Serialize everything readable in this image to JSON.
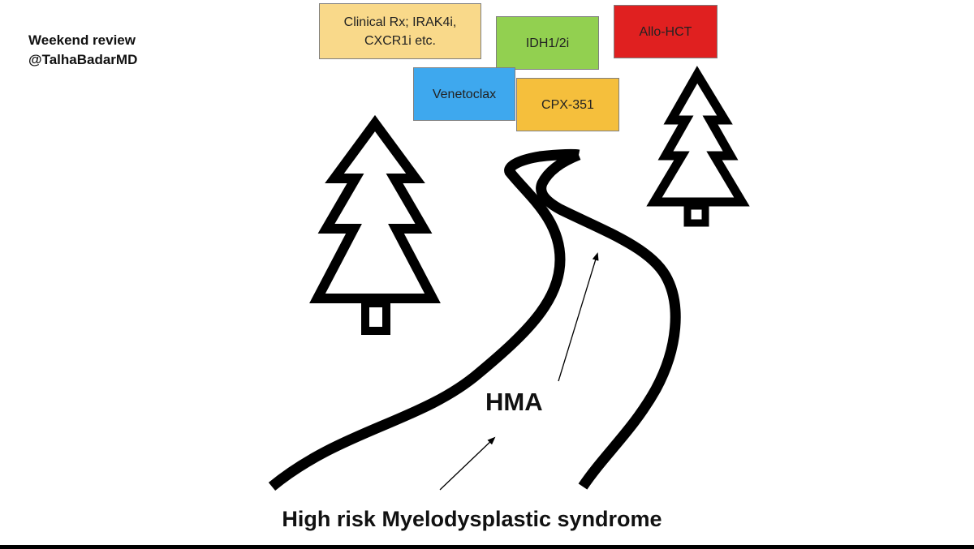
{
  "header": {
    "line1": "Weekend review",
    "line2": "@TalhaBadarMD"
  },
  "therapy_boxes": [
    {
      "label": "Clinical Rx; IRAK4i,\nCXCR1i etc.",
      "color": "#f9d98a"
    },
    {
      "label": "IDH1/2i",
      "color": "#92d050"
    },
    {
      "label": "Allo-HCT",
      "color": "#e02020"
    },
    {
      "label": "Venetoclax",
      "color": "#3ea8ee"
    },
    {
      "label": "CPX-351",
      "color": "#f5bf3c"
    }
  ],
  "road_label": "HMA",
  "caption": "High risk Myelodysplastic syndrome",
  "icons": [
    "tree-icon-left",
    "tree-icon-right",
    "winding-road",
    "arrow-lower",
    "arrow-upper"
  ]
}
